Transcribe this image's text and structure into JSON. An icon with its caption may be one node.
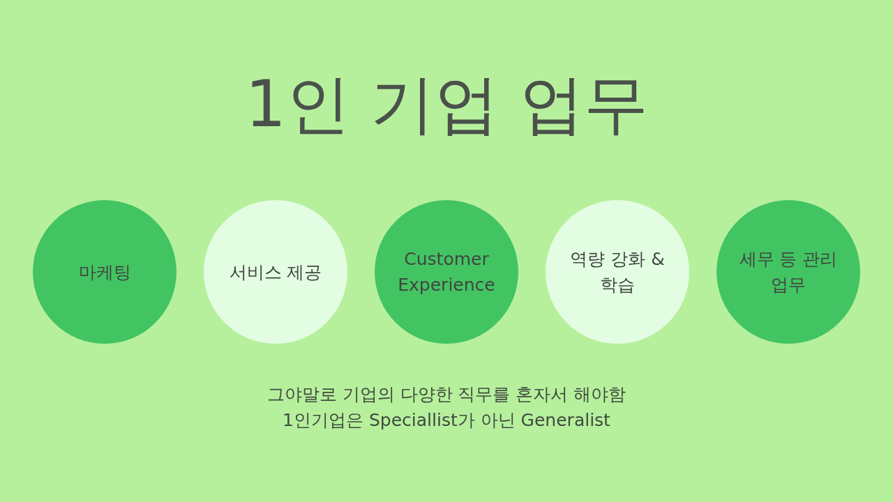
{
  "diagram": {
    "title": "1인 기업 업무",
    "nodes": [
      {
        "text": [
          "마케팅"
        ]
      },
      {
        "text": [
          "서비스 제공"
        ]
      },
      {
        "text": [
          "Customer Experience"
        ]
      },
      {
        "text": [
          "역량 강화 & 학습"
        ]
      },
      {
        "text": [
          "세무 등 관리업무"
        ]
      }
    ],
    "labels": [
      "그야말로 기업의 다양한 직무를 혼자서 해야함",
      "1인기업은 Speciallist가 아닌 Generalist"
    ]
  }
}
